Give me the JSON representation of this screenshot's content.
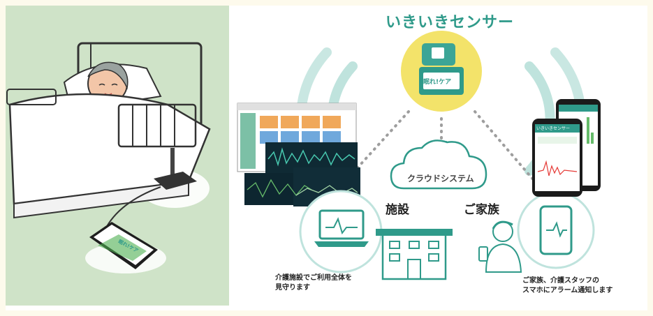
{
  "title": "いきいきセンサー",
  "device_label": "眠れ!ケア",
  "tablet_label": "眠れ!ケア",
  "cloud_label": "クラウドシステム",
  "facility_label": "施設",
  "family_label": "ご家族",
  "facility_caption": [
    "介護施設でご利用全体を",
    "見守ります"
  ],
  "family_caption": [
    "ご家族、介護スタッフの",
    "スマホにアラーム通知します"
  ],
  "phone_header": "いきいきセンサー",
  "colors": {
    "accent": "#2f9a8a",
    "light_teal": "#bfe3dd",
    "panel_green": "#cfe3c8",
    "ring_yellow": "#f3e36a"
  }
}
